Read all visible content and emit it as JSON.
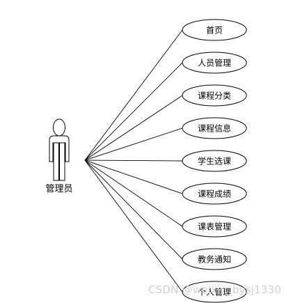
{
  "actor": {
    "label": "管理员"
  },
  "use_cases": [
    {
      "label": "首页"
    },
    {
      "label": "人员管理"
    },
    {
      "label": "课程分类"
    },
    {
      "label": "课程信息"
    },
    {
      "label": "学生选课"
    },
    {
      "label": "课程成绩"
    },
    {
      "label": "课表管理"
    },
    {
      "label": "教务通知"
    },
    {
      "label": "个人管理"
    }
  ],
  "watermark": {
    "text": "CSDN @weixin_bysj1330"
  }
}
